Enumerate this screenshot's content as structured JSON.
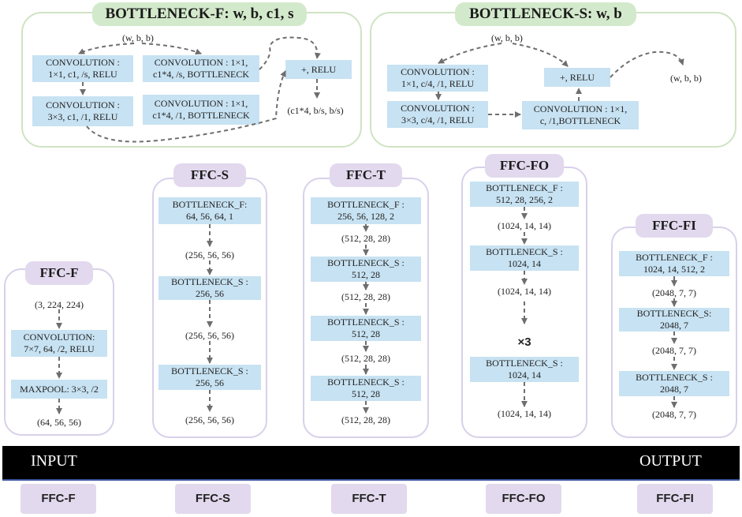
{
  "bottleneck_f": {
    "title": "BOTTLENECK-F: w, b, c1, s",
    "input": "(w, b, b)",
    "conv1": [
      "CONVOLUTION :",
      "1×1, c1, /s, RELU"
    ],
    "conv2": [
      "CONVOLUTION :",
      "3×3, c1, /1, RELU"
    ],
    "conv3": [
      "CONVOLUTION : 1×1,",
      "c1*4, /s, BOTTLENECK"
    ],
    "conv4": [
      "CONVOLUTION : 1×1,",
      "c1*4, /1, BOTTLENECK"
    ],
    "add": "+, RELU",
    "output": "(c1*4, b/s, b/s)"
  },
  "bottleneck_s": {
    "title": "BOTTLENECK-S: w, b",
    "input": "(w, b, b)",
    "conv1": [
      "CONVOLUTION :",
      "1×1, c/4, /1, RELU"
    ],
    "conv2": [
      "CONVOLUTION :",
      "3×3, c/4, /1, RELU"
    ],
    "conv3": [
      "CONVOLUTION : 1×1,",
      "c, /1,BOTTLENECK"
    ],
    "add": "+, RELU",
    "output": "(w, b, b)"
  },
  "ffc_f": {
    "title": "FFC-F",
    "in": "(3, 224, 224)",
    "conv": [
      "CONVOLUTION:",
      "7×7, 64, /2, RELU"
    ],
    "pool": "MAXPOOL: 3×3, /2",
    "out": "(64, 56, 56)"
  },
  "ffc_s": {
    "title": "FFC-S",
    "b1": [
      "BOTTLENECK_F:",
      "64, 56, 64, 1"
    ],
    "s1": "(256, 56, 56)",
    "b2": [
      "BOTTLENECK_S :",
      "256, 56"
    ],
    "s2": "(256, 56, 56)",
    "b3": [
      "BOTTLENECK_S :",
      "256, 56"
    ],
    "s3": "(256, 56, 56)"
  },
  "ffc_t": {
    "title": "FFC-T",
    "b1": [
      "BOTTLENECK_F :",
      "256, 56, 128, 2"
    ],
    "s1": "(512, 28, 28)",
    "b2": [
      "BOTTLENECK_S :",
      "512, 28"
    ],
    "s2": "(512, 28, 28)",
    "b3": [
      "BOTTLENECK_S :",
      "512, 28"
    ],
    "s3": "(512, 28, 28)",
    "b4": [
      "BOTTLENECK_S :",
      "512, 28"
    ],
    "s4": "(512, 28, 28)"
  },
  "ffc_fo": {
    "title": "FFC-FO",
    "b1": [
      "BOTTLENECK_F :",
      "512, 28, 256, 2"
    ],
    "s1": "(1024, 14, 14)",
    "b2": [
      "BOTTLENECK_S :",
      "1024, 14"
    ],
    "s2": "(1024, 14, 14)",
    "repeat": "×3",
    "b3": [
      "BOTTLENECK_S :",
      "1024, 14"
    ],
    "s3": "(1024, 14, 14)"
  },
  "ffc_fi": {
    "title": "FFC-FI",
    "b1": [
      "BOTTLENECK_F :",
      "1024, 14, 512, 2"
    ],
    "s1": "(2048, 7, 7)",
    "b2": [
      "BOTTLENECK_S:",
      "2048, 7"
    ],
    "s2": "(2048, 7, 7)",
    "b3": [
      "BOTTLENECK_S :",
      "2048, 7"
    ],
    "s3": "(2048, 7, 7)"
  },
  "bar": {
    "input": "INPUT",
    "output": "OUTPUT"
  },
  "tabs": [
    "FFC-F",
    "FFC-S",
    "FFC-T",
    "FFC-FO",
    "FFC-FI"
  ],
  "colors": {
    "panel_border": "#cfe3c3",
    "stage_border": "#d9d0ea",
    "box_fill": "#c7e2f2",
    "title_green": "#d3e9cb",
    "title_purple": "#e2d9ee",
    "arrow": "#6e6e6e"
  }
}
